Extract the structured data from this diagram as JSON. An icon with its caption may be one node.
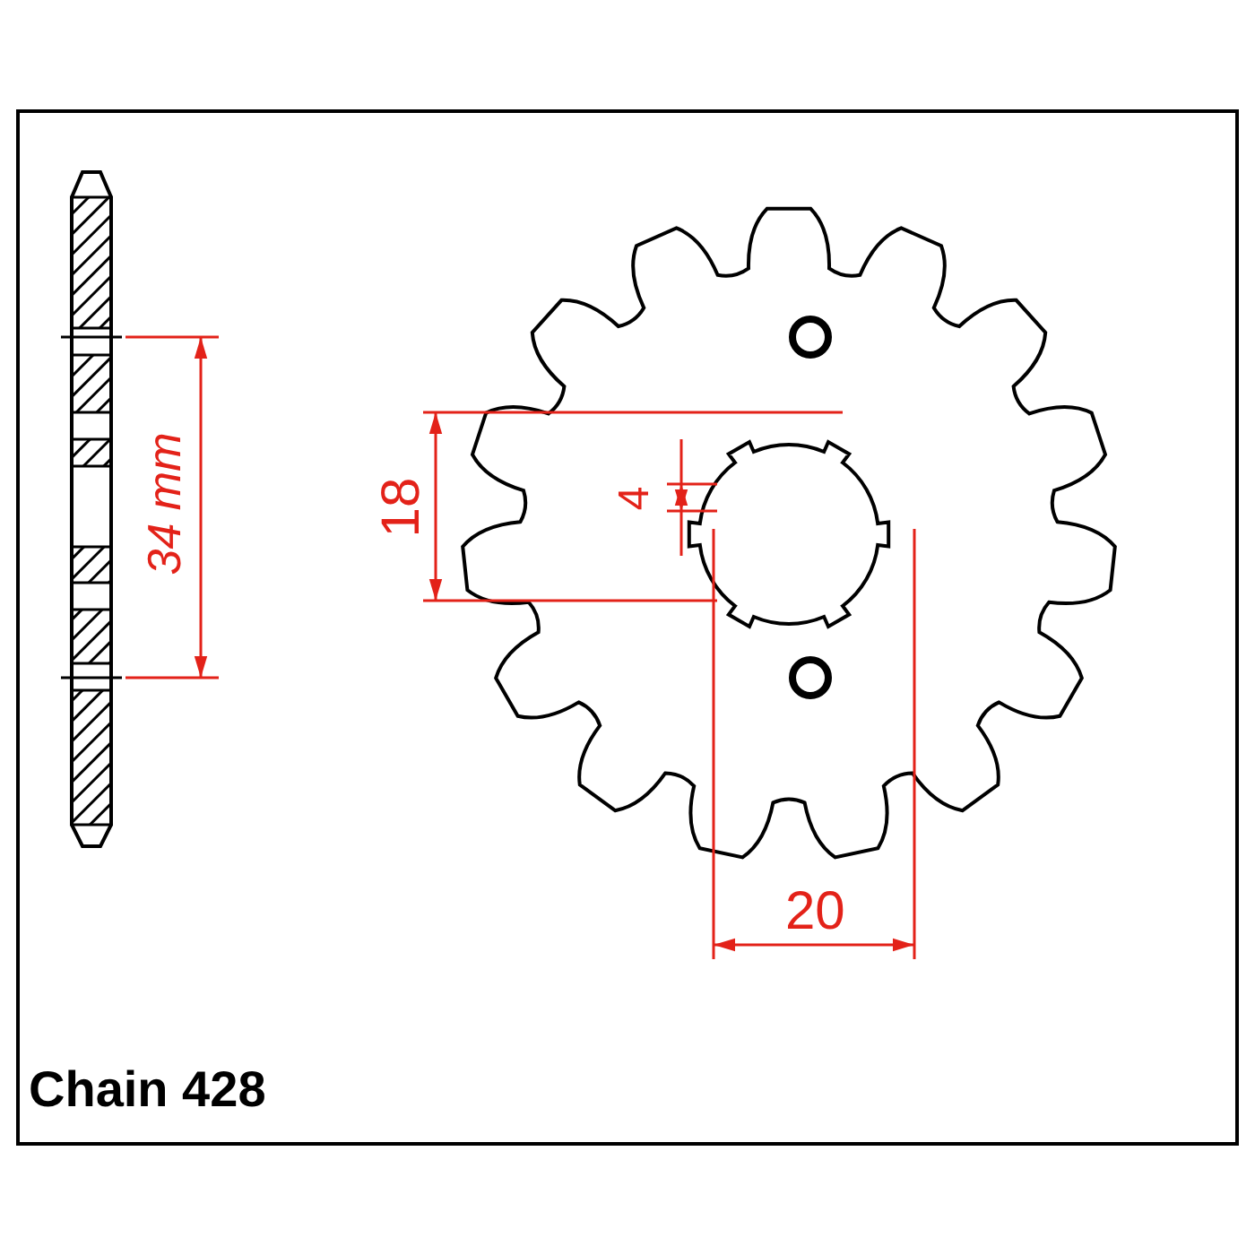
{
  "diagram": {
    "labels": [
      "34 mm",
      "18",
      "4",
      "20",
      "Chain 428"
    ]
  }
}
